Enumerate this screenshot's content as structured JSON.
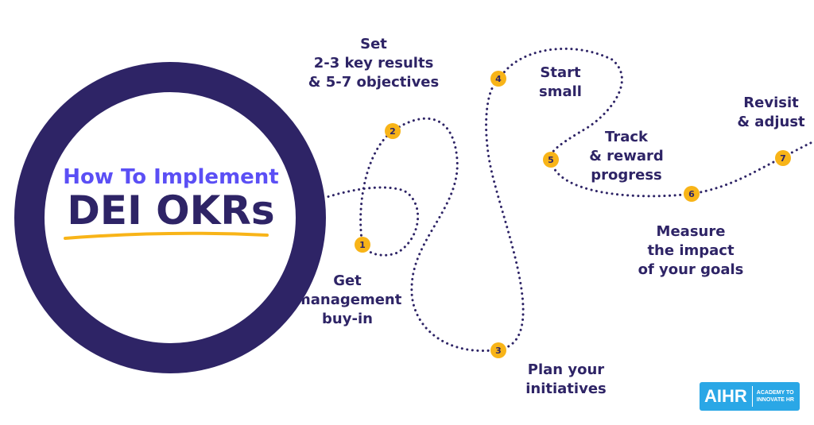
{
  "title": {
    "line1": "How To Implement",
    "line2": "DEI OKRs"
  },
  "steps": [
    {
      "number": "1",
      "label": "Get\nmanagement\nbuy-in"
    },
    {
      "number": "2",
      "label": "Set\n2-3 key results\n& 5-7 objectives"
    },
    {
      "number": "3",
      "label": "Plan your\ninitiatives"
    },
    {
      "number": "4",
      "label": "Start\nsmall"
    },
    {
      "number": "5",
      "label": "Track\n& reward\nprogress"
    },
    {
      "number": "6",
      "label": "Measure\nthe impact\nof your goals"
    },
    {
      "number": "7",
      "label": "Revisit\n& adjust"
    }
  ],
  "logo": {
    "main": "AIHR",
    "sub": "ACADEMY TO\nINNOVATE HR"
  },
  "colors": {
    "navy": "#2e2466",
    "purple": "#5b4ff5",
    "marker": "#f8b418",
    "logo_bg": "#2aa7e6"
  }
}
